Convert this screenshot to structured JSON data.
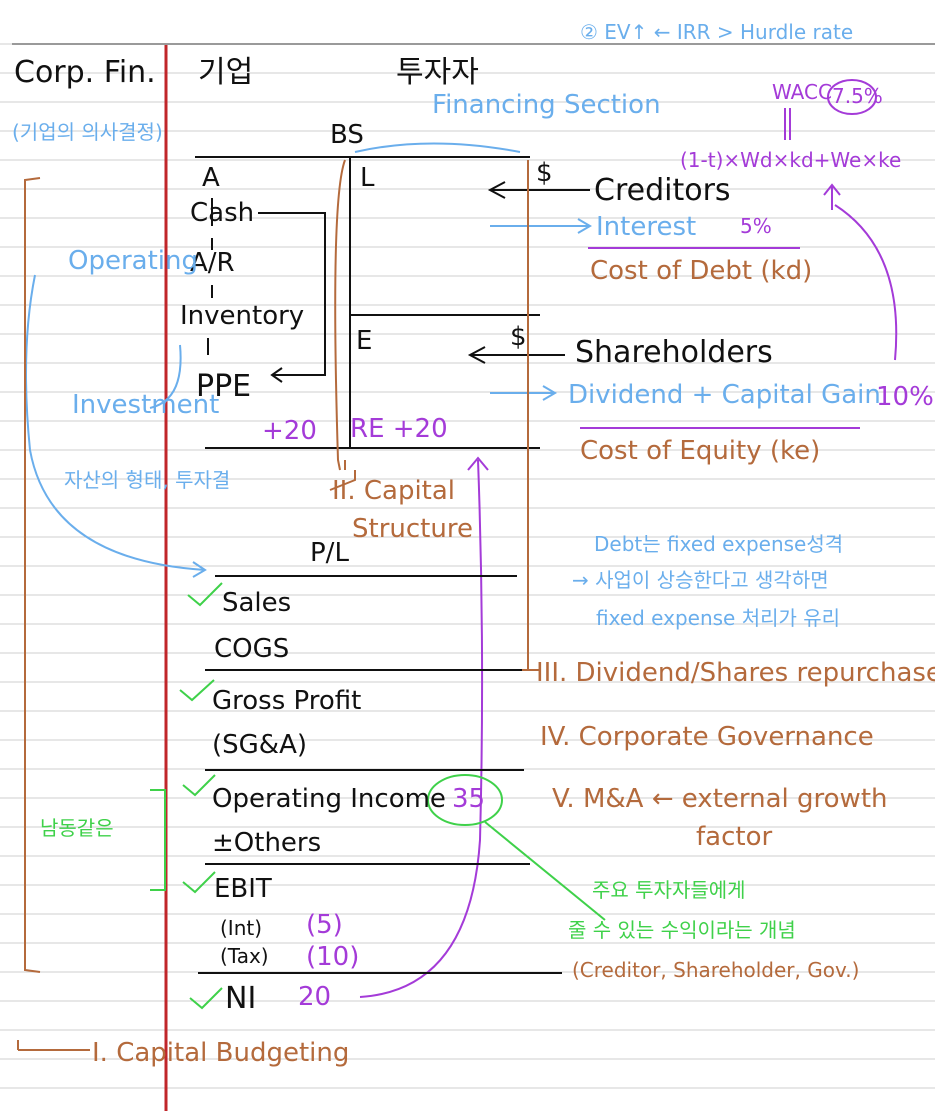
{
  "header": {
    "corp_fin": "Corp. Fin.",
    "company": "기업",
    "investor": "투자자",
    "company_decision": "(기업의 의사결정)",
    "ev_irr": "② EV↑ ← IRR > Hurdle rate",
    "financing_section": "Financing Section"
  },
  "wacc": {
    "label": "WACC",
    "rate": "7.5%",
    "formula": "(1-t)×Wd×kd+We×ke"
  },
  "balance_sheet": {
    "title": "BS",
    "assets": "A",
    "liabilities": "L",
    "equity": "E",
    "cash": "Cash",
    "ar": "A/R",
    "inventory": "Inventory",
    "ppe": "PPE",
    "plus20_left": "+20",
    "re_plus20": "RE +20"
  },
  "creditors": {
    "dollar": "$",
    "label": "Creditors",
    "interest": "Interest",
    "rate": "5%",
    "cost": "Cost of Debt (kd)"
  },
  "shareholders": {
    "dollar": "$",
    "label": "Shareholders",
    "return": "Dividend + Capital Gain",
    "rate": "10%",
    "cost": "Cost of Equity (ke)"
  },
  "sidebar": {
    "operating": "Operating",
    "investment": "Investment",
    "asset_form": "자산의 형태, 투자결",
    "same_thing": "남동같은",
    "capital_budgeting": "I. Capital Budgeting"
  },
  "sections": {
    "capital_structure_1": "II. Capital",
    "capital_structure_2": "Structure",
    "dividend": "III. Dividend/Shares repurchase",
    "governance": "IV. Corporate Governance",
    "ma_1": "V. M&A ← external growth",
    "ma_2": "factor"
  },
  "debt_note": {
    "line1": "Debt는 fixed expense성격",
    "line2": "→ 사업이 상승한다고 생각하면",
    "line3": "fixed expense 처리가 유리"
  },
  "income_statement": {
    "title": "P/L",
    "sales": "Sales",
    "cogs": "COGS",
    "gross_profit": "Gross Profit",
    "sga": "(SG&A)",
    "operating_income": "Operating Income",
    "oi_value": "35",
    "others": "±Others",
    "ebit": "EBIT",
    "int": "(Int)",
    "int_value": "(5)",
    "tax": "(Tax)",
    "tax_value": "(10)",
    "ni": "NI",
    "ni_value": "20"
  },
  "green_note": {
    "line1": "주요 투자자들에게",
    "line2": "줄 수 있는 수익이라는 개념",
    "line3": "(Creditor, Shareholder, Gov.)"
  },
  "colors": {
    "black_ink": "#111111",
    "blue_ink": "#6aaeec",
    "brown_ink": "#b46a3c",
    "purple_ink": "#a43bd8",
    "green_ink": "#3fd14a",
    "margin_red": "#c0262a",
    "ruled_line": "#cfcfcf"
  }
}
